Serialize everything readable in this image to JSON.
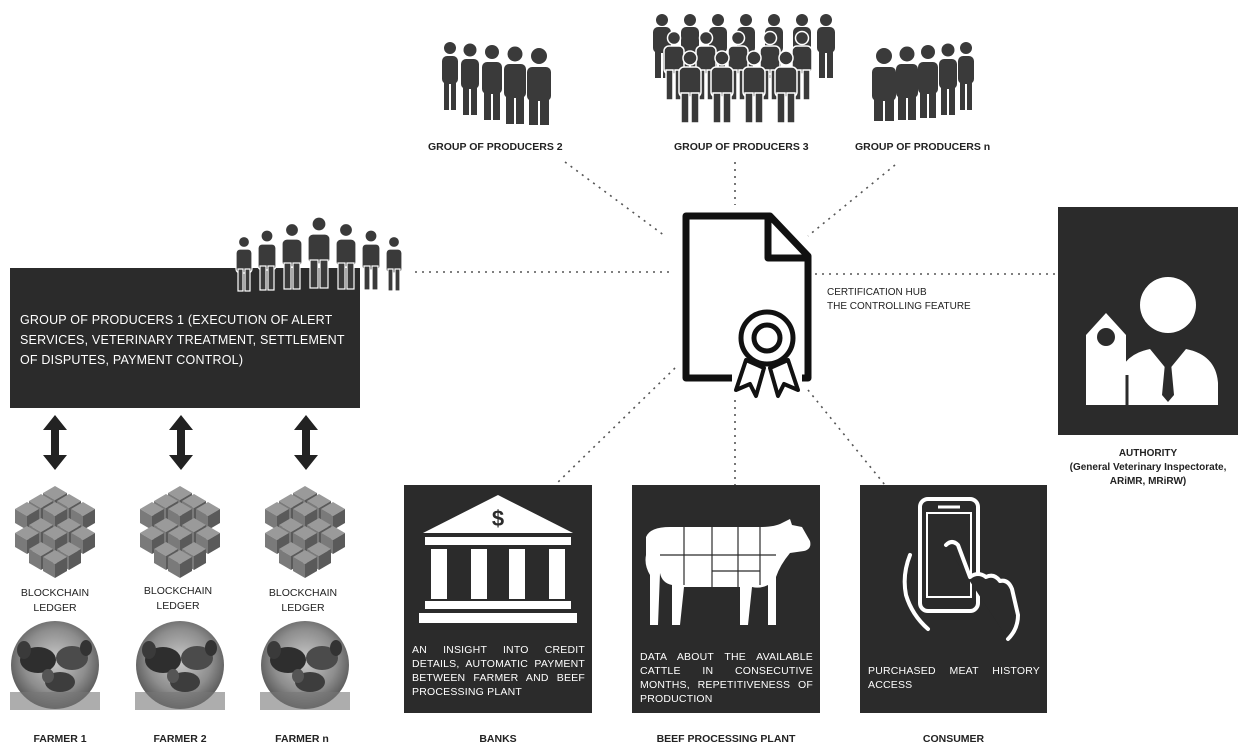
{
  "producers": {
    "group2": "GROUP OF PRODUCERS 2",
    "group3": "GROUP OF PRODUCERS 3",
    "groupn": "GROUP OF PRODUCERS n",
    "group1": "GROUP OF PRODUCERS 1 (EXECUTION OF ALERT SERVICES, VETERINARY TREATMENT, SETTLEMENT OF DISPUTES, PAYMENT CONTROL)"
  },
  "hub": {
    "line1": "CERTIFICATION HUB",
    "line2": "THE CONTROLLING FEATURE"
  },
  "authority": {
    "title": "AUTHORITY",
    "line2": "(General Veterinary Inspectorate,",
    "line3": "ARiMR, MRiRW)"
  },
  "ledgers": [
    {
      "line1": "BLOCKCHAIN",
      "line2": "LEDGER"
    },
    {
      "line1": "BLOCKCHAIN",
      "line2": "LEDGER"
    },
    {
      "line1": "BLOCKCHAIN",
      "line2": "LEDGER"
    }
  ],
  "farmers": [
    "FARMER 1",
    "FARMER 2",
    "FARMER n"
  ],
  "stakeholders": {
    "banks": {
      "label": "BANKS",
      "text": "AN INSIGHT INTO CREDIT DETAILS, AUTOMATIC PAYMENT BETWEEN FARMER AND BEEF PROCESSING PLANT"
    },
    "plant": {
      "label": "BEEF PROCESSING PLANT",
      "text": "DATA ABOUT THE AVAILABLE CATTLE IN CONSECUTIVE MONTHS, REPETITIVENESS OF PRODUCTION"
    },
    "consumer": {
      "label": "CONSUMER",
      "text": "PURCHASED MEAT HISTORY ACCESS"
    }
  },
  "icons": {
    "certificate": "certificate-icon",
    "authority": "authority-person-icon",
    "bank": "bank-icon",
    "cow": "cow-icon",
    "phone": "smartphone-icon",
    "blockchain": "blockchain-cubes-icon",
    "cattle": "cattle-photo",
    "people": "people-group-icon",
    "arrow": "double-arrow-icon"
  },
  "colors": {
    "dark": "#2b2b2b",
    "icon": "#3a3a3a",
    "cube_light": "#9a9a9a",
    "cube_mid": "#7a7a7a",
    "cube_dark": "#5a5a5a"
  }
}
